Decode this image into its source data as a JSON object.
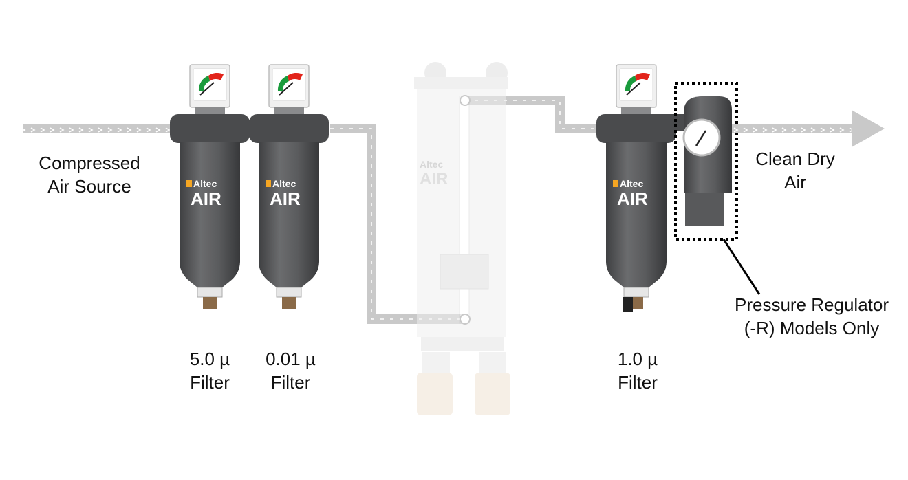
{
  "source": {
    "line1": "Compressed",
    "line2": "Air Source"
  },
  "output": {
    "line1": "Clean Dry",
    "line2": "Air"
  },
  "filters": [
    {
      "rating": "5.0 µ",
      "label": "Filter"
    },
    {
      "rating": "0.01 µ",
      "label": "Filter"
    },
    {
      "rating": "1.0 µ",
      "label": "Filter"
    }
  ],
  "regulator": {
    "line1": "Pressure Regulator",
    "line2": "(-R) Models Only"
  },
  "brand": {
    "name": "Altec",
    "product": "AIR"
  },
  "colors": {
    "housing": "#58595b",
    "pipe": "#c9c9c9",
    "arrow": "#c9c9c9",
    "gauge_red": "#e2231a",
    "gauge_green": "#1a9b3c",
    "brand_orange": "#f5a623",
    "dryer": "#ececec",
    "callout": "#000000"
  }
}
